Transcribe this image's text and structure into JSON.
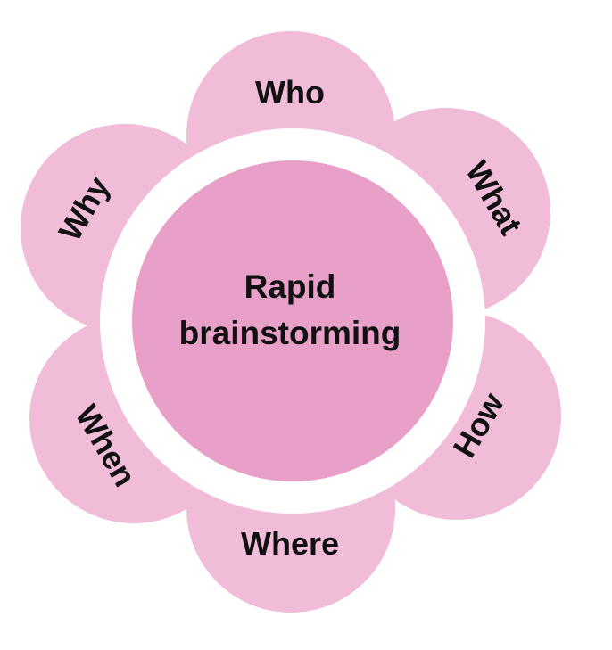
{
  "diagram": {
    "center": {
      "line1": "Rapid",
      "line2": "brainstorming"
    },
    "petals": {
      "who": "Who",
      "what": "What",
      "how": "How",
      "where": "Where",
      "when": "When",
      "why": "Why"
    },
    "colors": {
      "petal": "#f0bcd8",
      "center": "#e8a0c8",
      "ring": "#ffffff",
      "text": "#111111"
    }
  }
}
